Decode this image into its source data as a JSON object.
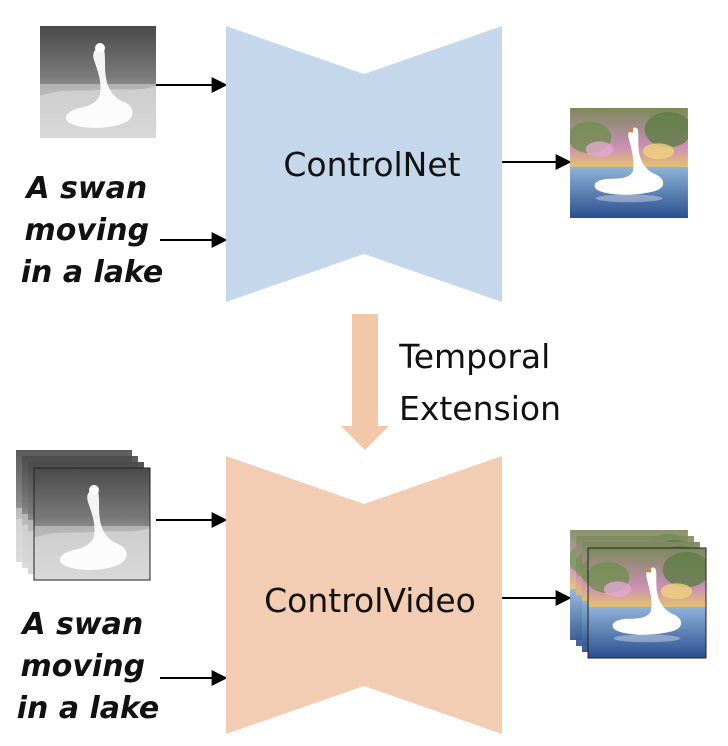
{
  "top": {
    "network_label": "ControlNet",
    "prompt_lines": [
      "A swan",
      "moving",
      "in a lake"
    ]
  },
  "extension": {
    "line1": "Temporal",
    "line2": "Extension"
  },
  "bottom": {
    "network_label": "ControlVideo",
    "prompt_lines": [
      "A swan",
      "moving",
      "in a lake"
    ]
  },
  "colors": {
    "controlnet_fill": "#c5d7ea",
    "controlvideo_fill": "#f3cdb3",
    "extension_arrow": "#f2c8a8",
    "arrow": "#000000",
    "text": "#111111"
  }
}
